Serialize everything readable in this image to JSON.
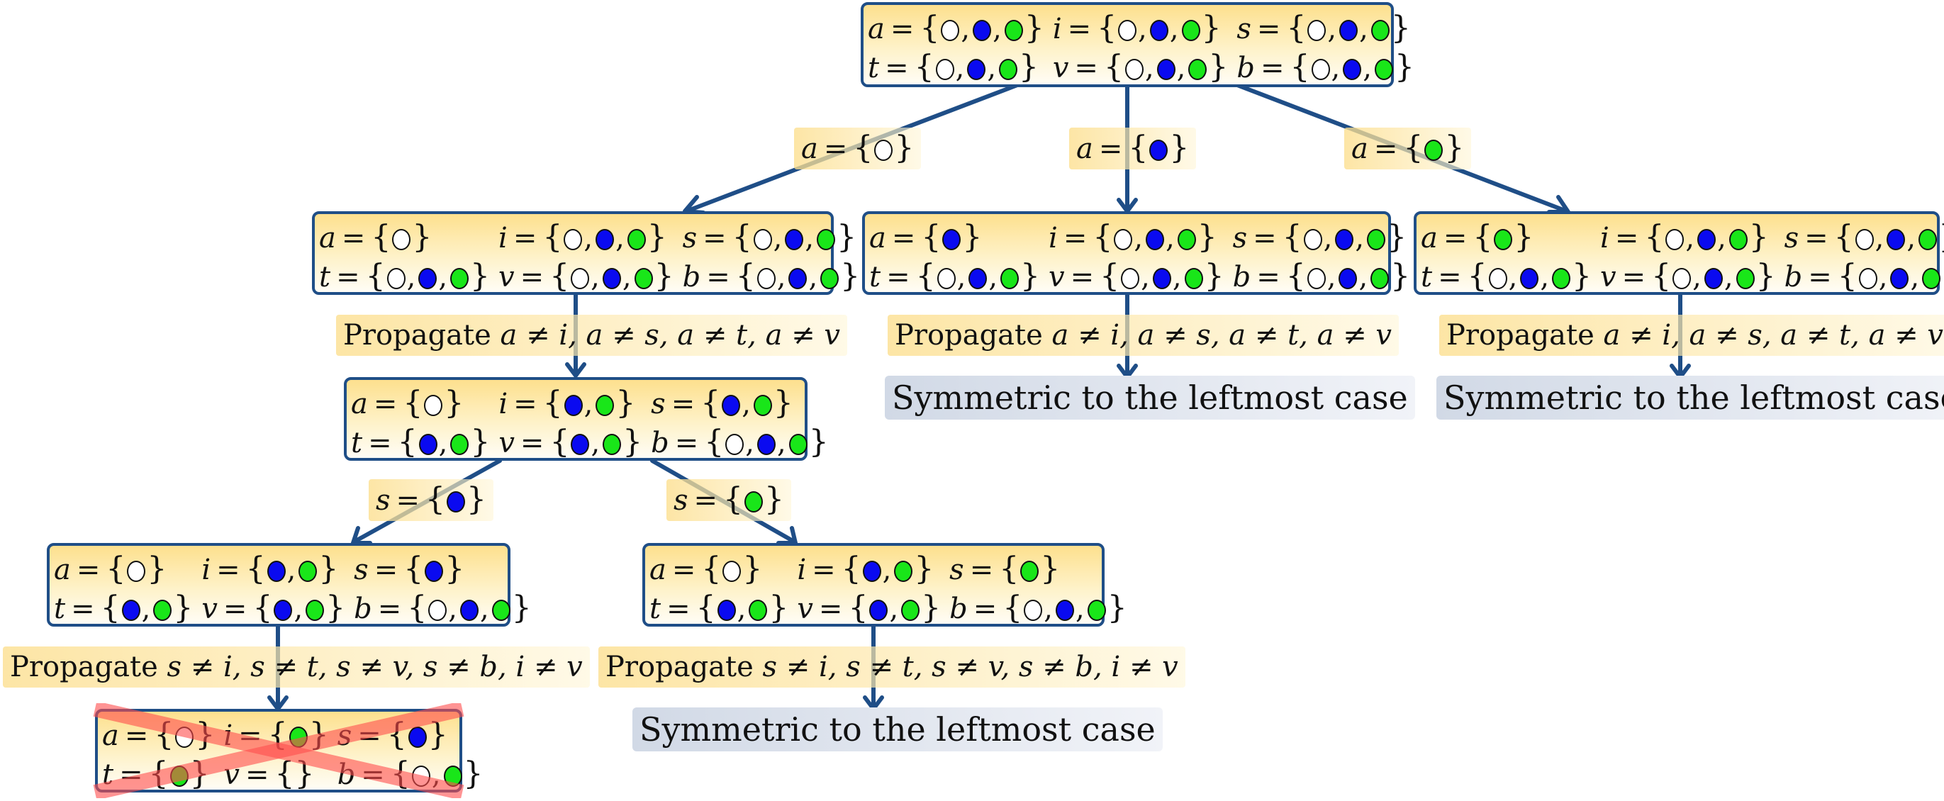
{
  "colors": {
    "white": "#ffffff",
    "blue": "#0a0af0",
    "green": "#19e619",
    "edge": "#1f4e87",
    "cross": "#ff4d4d"
  },
  "nodes": {
    "root": {
      "rows": [
        [
          {
            "v": "a",
            "d": [
              "white",
              "blue",
              "green"
            ]
          },
          {
            "v": "i",
            "d": [
              "white",
              "blue",
              "green"
            ]
          },
          {
            "v": "s",
            "d": [
              "white",
              "blue",
              "green"
            ]
          }
        ],
        [
          {
            "v": "t",
            "d": [
              "white",
              "blue",
              "green"
            ]
          },
          {
            "v": "v",
            "d": [
              "white",
              "blue",
              "green"
            ]
          },
          {
            "v": "b",
            "d": [
              "white",
              "blue",
              "green"
            ]
          }
        ]
      ]
    },
    "a_white": {
      "rows": [
        [
          {
            "v": "a",
            "d": [
              "white"
            ]
          },
          {
            "v": "i",
            "d": [
              "white",
              "blue",
              "green"
            ]
          },
          {
            "v": "s",
            "d": [
              "white",
              "blue",
              "green"
            ]
          }
        ],
        [
          {
            "v": "t",
            "d": [
              "white",
              "blue",
              "green"
            ]
          },
          {
            "v": "v",
            "d": [
              "white",
              "blue",
              "green"
            ]
          },
          {
            "v": "b",
            "d": [
              "white",
              "blue",
              "green"
            ]
          }
        ]
      ]
    },
    "a_blue": {
      "rows": [
        [
          {
            "v": "a",
            "d": [
              "blue"
            ]
          },
          {
            "v": "i",
            "d": [
              "white",
              "blue",
              "green"
            ]
          },
          {
            "v": "s",
            "d": [
              "white",
              "blue",
              "green"
            ]
          }
        ],
        [
          {
            "v": "t",
            "d": [
              "white",
              "blue",
              "green"
            ]
          },
          {
            "v": "v",
            "d": [
              "white",
              "blue",
              "green"
            ]
          },
          {
            "v": "b",
            "d": [
              "white",
              "blue",
              "green"
            ]
          }
        ]
      ]
    },
    "a_green": {
      "rows": [
        [
          {
            "v": "a",
            "d": [
              "green"
            ]
          },
          {
            "v": "i",
            "d": [
              "white",
              "blue",
              "green"
            ]
          },
          {
            "v": "s",
            "d": [
              "white",
              "blue",
              "green"
            ]
          }
        ],
        [
          {
            "v": "t",
            "d": [
              "white",
              "blue",
              "green"
            ]
          },
          {
            "v": "v",
            "d": [
              "white",
              "blue",
              "green"
            ]
          },
          {
            "v": "b",
            "d": [
              "white",
              "blue",
              "green"
            ]
          }
        ]
      ]
    },
    "propagated": {
      "rows": [
        [
          {
            "v": "a",
            "d": [
              "white"
            ]
          },
          {
            "v": "i",
            "d": [
              "blue",
              "green"
            ]
          },
          {
            "v": "s",
            "d": [
              "blue",
              "green"
            ]
          }
        ],
        [
          {
            "v": "t",
            "d": [
              "blue",
              "green"
            ]
          },
          {
            "v": "v",
            "d": [
              "blue",
              "green"
            ]
          },
          {
            "v": "b",
            "d": [
              "white",
              "blue",
              "green"
            ]
          }
        ]
      ]
    },
    "s_blue": {
      "rows": [
        [
          {
            "v": "a",
            "d": [
              "white"
            ]
          },
          {
            "v": "i",
            "d": [
              "blue",
              "green"
            ]
          },
          {
            "v": "s",
            "d": [
              "blue"
            ]
          }
        ],
        [
          {
            "v": "t",
            "d": [
              "blue",
              "green"
            ]
          },
          {
            "v": "v",
            "d": [
              "blue",
              "green"
            ]
          },
          {
            "v": "b",
            "d": [
              "white",
              "blue",
              "green"
            ]
          }
        ]
      ]
    },
    "s_green": {
      "rows": [
        [
          {
            "v": "a",
            "d": [
              "white"
            ]
          },
          {
            "v": "i",
            "d": [
              "blue",
              "green"
            ]
          },
          {
            "v": "s",
            "d": [
              "green"
            ]
          }
        ],
        [
          {
            "v": "t",
            "d": [
              "blue",
              "green"
            ]
          },
          {
            "v": "v",
            "d": [
              "blue",
              "green"
            ]
          },
          {
            "v": "b",
            "d": [
              "white",
              "blue",
              "green"
            ]
          }
        ]
      ]
    },
    "failed": {
      "crossed_out": true,
      "rows": [
        [
          {
            "v": "a",
            "d": [
              "white"
            ]
          },
          {
            "v": "i",
            "d": [
              "green"
            ]
          },
          {
            "v": "s",
            "d": [
              "blue"
            ]
          }
        ],
        [
          {
            "v": "t",
            "d": [
              "green"
            ]
          },
          {
            "v": "v",
            "d": []
          },
          {
            "v": "b",
            "d": [
              "white",
              "green"
            ]
          }
        ]
      ]
    }
  },
  "branch_labels": {
    "a_white": {
      "var": "a",
      "d": [
        "white"
      ]
    },
    "a_blue": {
      "var": "a",
      "d": [
        "blue"
      ]
    },
    "a_green": {
      "var": "a",
      "d": [
        "green"
      ]
    },
    "s_blue": {
      "var": "s",
      "d": [
        "blue"
      ]
    },
    "s_green": {
      "var": "s",
      "d": [
        "green"
      ]
    }
  },
  "propagate": {
    "word": "Propagate",
    "a_constraints": "a ≠ i, a ≠ s, a ≠ t, a ≠ v",
    "s_constraints": "s ≠ i, s ≠ t, s ≠ v, s ≠ b, i ≠ v"
  },
  "symmetric_text": "Symmetric to the leftmost case"
}
